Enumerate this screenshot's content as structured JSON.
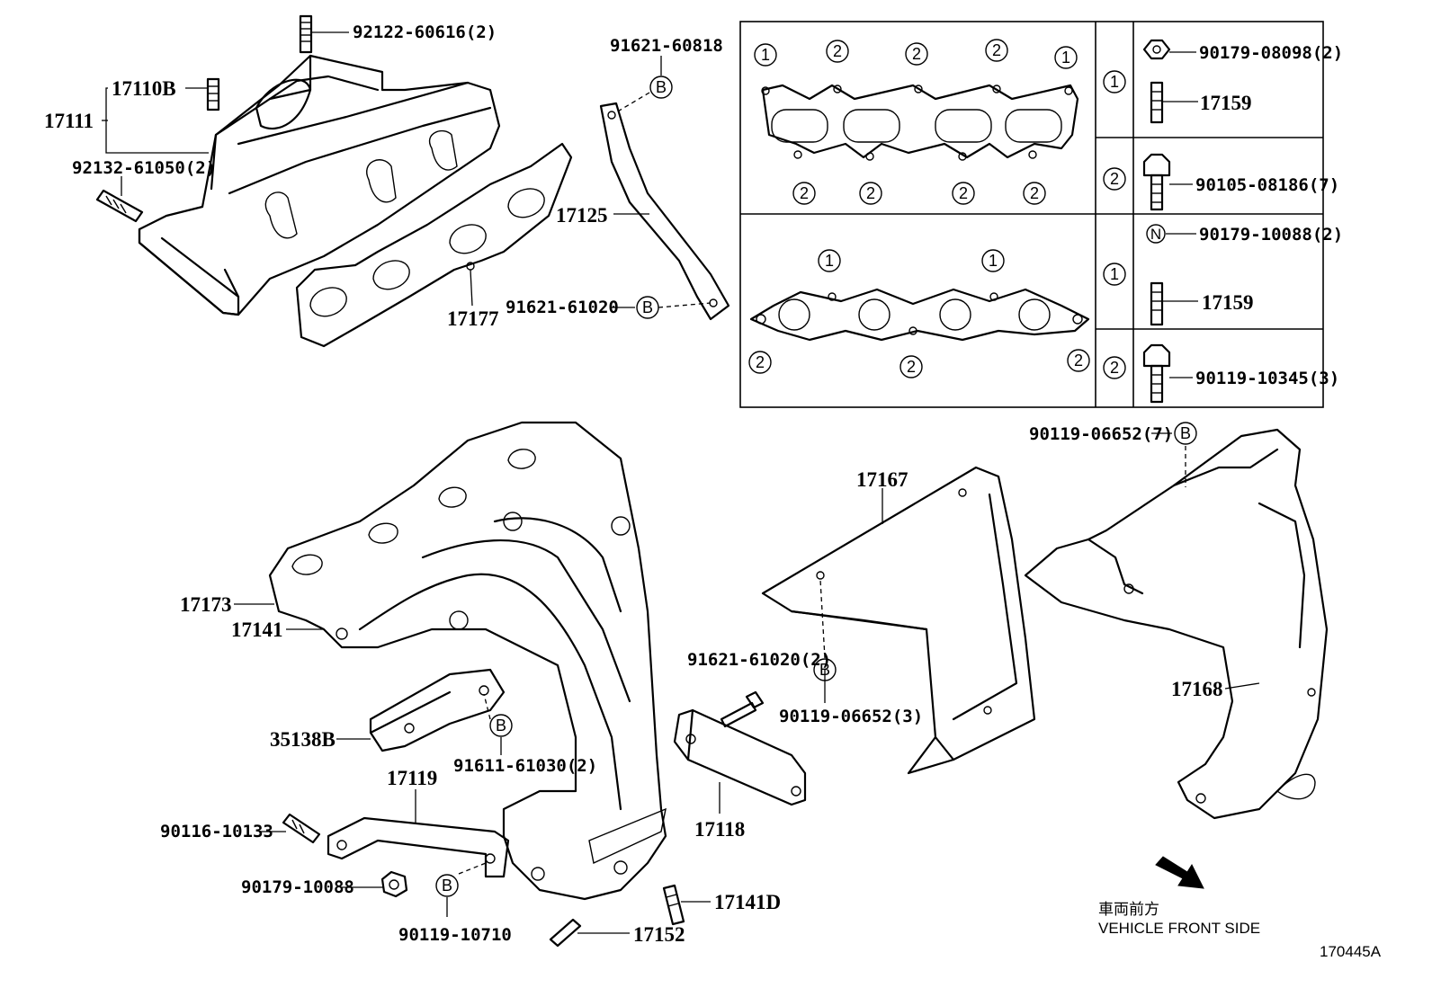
{
  "diagram_id": "170445A",
  "orientation_note": {
    "japanese": "車両前方",
    "english": "VEHICLE FRONT SIDE"
  },
  "callout_letter": "B",
  "part_labels": [
    {
      "id": "p92122",
      "text": "92122-60616(2)"
    },
    {
      "id": "p17110B",
      "text": "17110B"
    },
    {
      "id": "p17111",
      "text": "17111"
    },
    {
      "id": "p92132",
      "text": "92132-61050(2)"
    },
    {
      "id": "p17177",
      "text": "17177"
    },
    {
      "id": "p91621a",
      "text": "91621-60818"
    },
    {
      "id": "p17125",
      "text": "17125"
    },
    {
      "id": "p91621b",
      "text": "91621-61020"
    },
    {
      "id": "p17173",
      "text": "17173"
    },
    {
      "id": "p17141",
      "text": "17141"
    },
    {
      "id": "p35138B",
      "text": "35138B"
    },
    {
      "id": "p91611",
      "text": "91611-61030(2)"
    },
    {
      "id": "p17119",
      "text": "17119"
    },
    {
      "id": "p90116",
      "text": "90116-10133"
    },
    {
      "id": "p90179b",
      "text": "90179-10088"
    },
    {
      "id": "p90119a",
      "text": "90119-10710"
    },
    {
      "id": "p17152",
      "text": "17152"
    },
    {
      "id": "p17141D",
      "text": "17141D"
    },
    {
      "id": "p17118",
      "text": "17118"
    },
    {
      "id": "p91621c",
      "text": "91621-61020(2)"
    },
    {
      "id": "p90119b",
      "text": "90119-06652(3)"
    },
    {
      "id": "p17167",
      "text": "17167"
    },
    {
      "id": "p90119c",
      "text": "90119-06652(7)"
    },
    {
      "id": "p17168",
      "text": "17168"
    }
  ],
  "fastener_table": {
    "top": [
      {
        "marker": "1",
        "part": "90179-08098(2)",
        "stud": "17159"
      },
      {
        "marker": "2",
        "part": "90105-08186(7)"
      }
    ],
    "bottom": [
      {
        "marker": "1",
        "part": "90179-10088(2)",
        "nut_marker": "N",
        "stud": "17159"
      },
      {
        "marker": "2",
        "part": "90119-10345(3)"
      }
    ]
  },
  "gasket_markers": {
    "upper_top": [
      "1",
      "2",
      "2",
      "2",
      "1"
    ],
    "upper_bottom": [
      "2",
      "2",
      "2",
      "2"
    ],
    "lower_top": [
      "1",
      "1"
    ],
    "lower_bottom": [
      "2",
      "2",
      "2"
    ]
  }
}
